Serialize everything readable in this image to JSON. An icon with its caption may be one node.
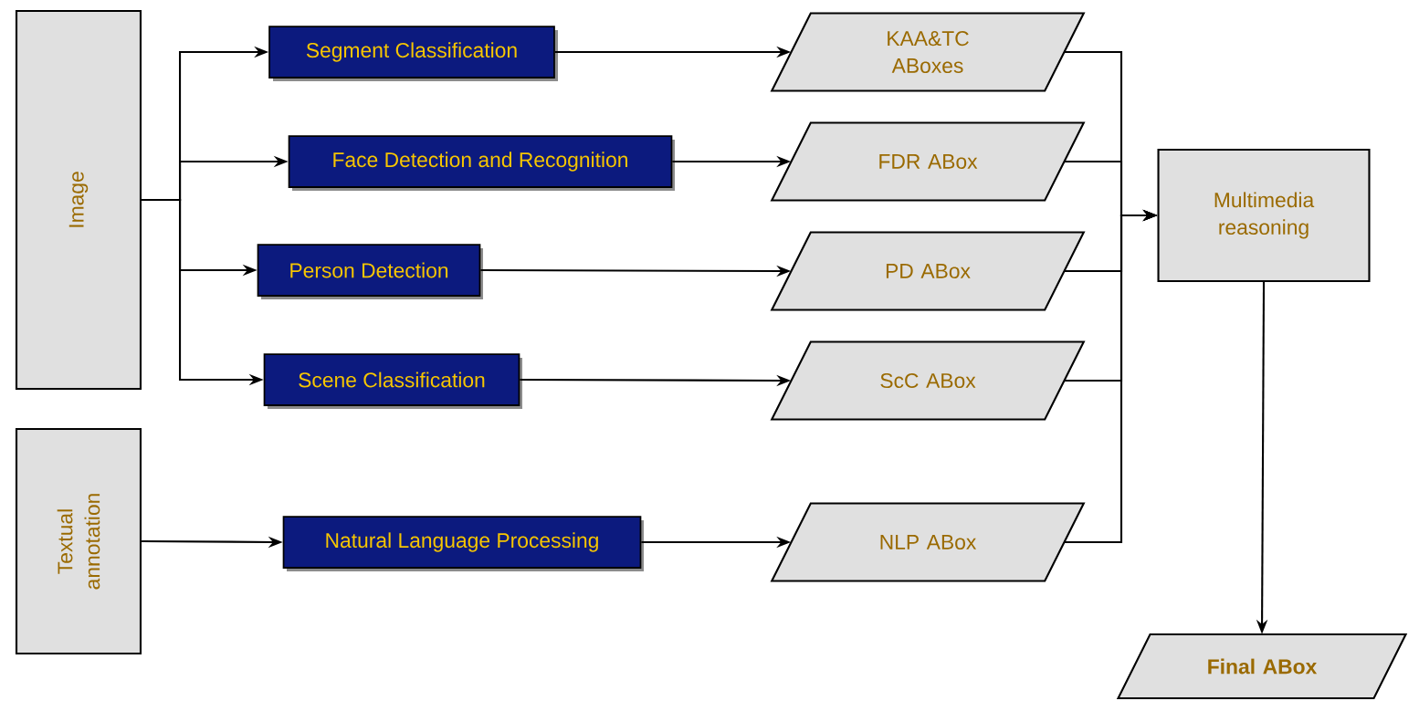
{
  "diagram": {
    "nodes": [
      {
        "text": [
          "Image"
        ]
      },
      {
        "text": [
          "Textual annotation"
        ]
      },
      {
        "text": [
          "Segment Classification"
        ]
      },
      {
        "text": [
          "Face Detection and Recognition"
        ]
      },
      {
        "text": [
          "Person Detection"
        ]
      },
      {
        "text": [
          "Scene Classification"
        ]
      },
      {
        "text": [
          "Natural Language Processing"
        ]
      },
      {
        "text": [
          "KAA&TC ABoxes"
        ]
      },
      {
        "text": [
          "FDR ABox"
        ]
      },
      {
        "text": [
          "PD ABox"
        ]
      },
      {
        "text": [
          "ScC ABox"
        ]
      },
      {
        "text": [
          "NLP ABox"
        ]
      },
      {
        "text": [
          "Multimedia reasoning"
        ]
      },
      {
        "text": [
          "Final ABox"
        ]
      }
    ],
    "edges": [
      {
        "from": 0,
        "to": 2,
        "arrow": "to"
      },
      {
        "from": 0,
        "to": 3,
        "arrow": "to"
      },
      {
        "from": 0,
        "to": 4,
        "arrow": "to"
      },
      {
        "from": 0,
        "to": 5,
        "arrow": "to"
      },
      {
        "from": 1,
        "to": 6,
        "arrow": "to"
      },
      {
        "from": 2,
        "to": 7,
        "arrow": "to"
      },
      {
        "from": 3,
        "to": 8,
        "arrow": "to"
      },
      {
        "from": 4,
        "to": 9,
        "arrow": "to"
      },
      {
        "from": 5,
        "to": 10,
        "arrow": "to"
      },
      {
        "from": 6,
        "to": 11,
        "arrow": "to"
      },
      {
        "from": 7,
        "to": 12,
        "arrow": "to"
      },
      {
        "from": 8,
        "to": 12,
        "arrow": "to"
      },
      {
        "from": 9,
        "to": 12,
        "arrow": "to"
      },
      {
        "from": 10,
        "to": 12,
        "arrow": "to"
      },
      {
        "from": 11,
        "to": 12,
        "arrow": "to"
      },
      {
        "from": 12,
        "to": 13,
        "arrow": "to"
      }
    ]
  }
}
